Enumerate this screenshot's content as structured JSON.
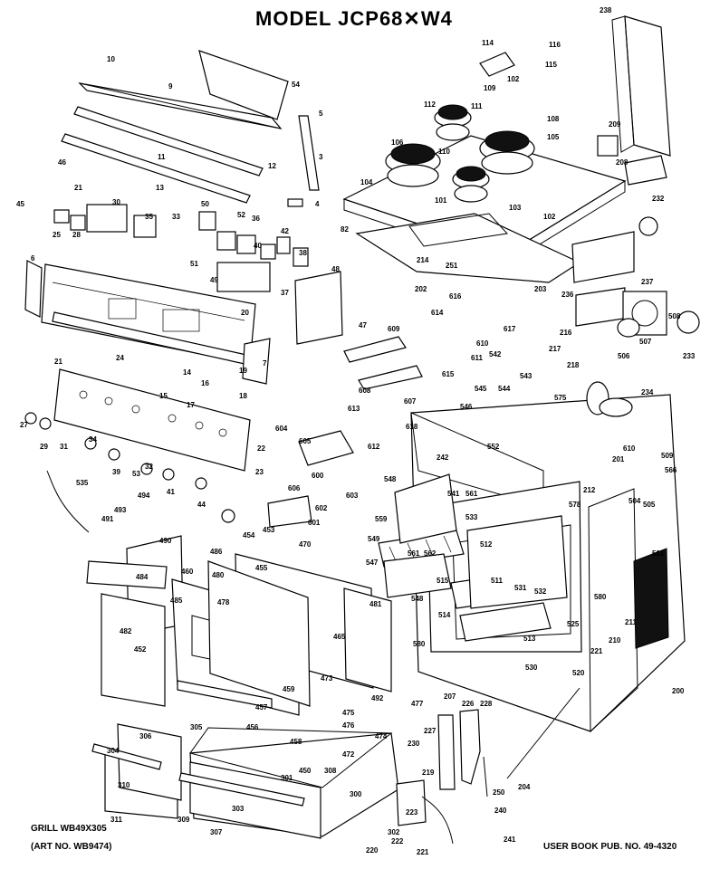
{
  "header": {
    "model_title": "MODEL  JCP68✕W4"
  },
  "footer": {
    "grill_note": "GRILL WB49X305",
    "art_note": "(ART NO. WB9474)",
    "user_book": "USER BOOK PUB. NO. 49-4320"
  },
  "callouts": [
    {
      "id": "c10",
      "label": "10"
    },
    {
      "id": "c9",
      "label": "9"
    },
    {
      "id": "c54",
      "label": "54"
    },
    {
      "id": "c5",
      "label": "5"
    },
    {
      "id": "c11",
      "label": "11"
    },
    {
      "id": "c3",
      "label": "3"
    },
    {
      "id": "c12",
      "label": "12"
    },
    {
      "id": "c13",
      "label": "13"
    },
    {
      "id": "c4",
      "label": "4"
    },
    {
      "id": "c46",
      "label": "46"
    },
    {
      "id": "c45",
      "label": "45"
    },
    {
      "id": "c21",
      "label": "21"
    },
    {
      "id": "c25",
      "label": "25"
    },
    {
      "id": "c28",
      "label": "28"
    },
    {
      "id": "c30",
      "label": "30"
    },
    {
      "id": "c35",
      "label": "35"
    },
    {
      "id": "c33",
      "label": "33"
    },
    {
      "id": "c50",
      "label": "50"
    },
    {
      "id": "c52",
      "label": "52"
    },
    {
      "id": "c51",
      "label": "51"
    },
    {
      "id": "c36",
      "label": "36"
    },
    {
      "id": "c40",
      "label": "40"
    },
    {
      "id": "c42",
      "label": "42"
    },
    {
      "id": "c38",
      "label": "38"
    },
    {
      "id": "c49",
      "label": "49"
    },
    {
      "id": "c37",
      "label": "37"
    },
    {
      "id": "c48",
      "label": "48"
    },
    {
      "id": "c47",
      "label": "47"
    },
    {
      "id": "c6",
      "label": "6"
    },
    {
      "id": "c20",
      "label": "20"
    },
    {
      "id": "c24",
      "label": "24"
    },
    {
      "id": "c7",
      "label": "7"
    },
    {
      "id": "c14",
      "label": "14"
    },
    {
      "id": "c16",
      "label": "16"
    },
    {
      "id": "c19",
      "label": "19"
    },
    {
      "id": "c15",
      "label": "15"
    },
    {
      "id": "c17",
      "label": "17"
    },
    {
      "id": "c18",
      "label": "18"
    },
    {
      "id": "c21b",
      "label": "21"
    },
    {
      "id": "c22",
      "label": "22"
    },
    {
      "id": "c23",
      "label": "23"
    },
    {
      "id": "c27",
      "label": "27"
    },
    {
      "id": "c29",
      "label": "29"
    },
    {
      "id": "c31",
      "label": "31"
    },
    {
      "id": "c34",
      "label": "34"
    },
    {
      "id": "c39",
      "label": "39"
    },
    {
      "id": "c53",
      "label": "53"
    },
    {
      "id": "c32",
      "label": "32"
    },
    {
      "id": "c41",
      "label": "41"
    },
    {
      "id": "c44",
      "label": "44"
    },
    {
      "id": "c535",
      "label": "535"
    },
    {
      "id": "c493",
      "label": "493"
    },
    {
      "id": "c494",
      "label": "494"
    },
    {
      "id": "c491",
      "label": "491"
    },
    {
      "id": "c114",
      "label": "114"
    },
    {
      "id": "c116",
      "label": "116"
    },
    {
      "id": "c115",
      "label": "115"
    },
    {
      "id": "c109",
      "label": "109"
    },
    {
      "id": "c102",
      "label": "102"
    },
    {
      "id": "c112",
      "label": "112"
    },
    {
      "id": "c111",
      "label": "111"
    },
    {
      "id": "c108",
      "label": "108"
    },
    {
      "id": "c105",
      "label": "105"
    },
    {
      "id": "c106",
      "label": "106"
    },
    {
      "id": "c110",
      "label": "110"
    },
    {
      "id": "c101",
      "label": "101"
    },
    {
      "id": "c104",
      "label": "104"
    },
    {
      "id": "c103",
      "label": "103"
    },
    {
      "id": "c102b",
      "label": "102"
    },
    {
      "id": "c82",
      "label": "82"
    },
    {
      "id": "c214",
      "label": "214"
    },
    {
      "id": "c251",
      "label": "251"
    },
    {
      "id": "c202",
      "label": "202"
    },
    {
      "id": "c203",
      "label": "203"
    },
    {
      "id": "c238",
      "label": "238"
    },
    {
      "id": "c209",
      "label": "209"
    },
    {
      "id": "c208",
      "label": "208"
    },
    {
      "id": "c232",
      "label": "232"
    },
    {
      "id": "c237",
      "label": "237"
    },
    {
      "id": "c236",
      "label": "236"
    },
    {
      "id": "c508",
      "label": "508"
    },
    {
      "id": "c507",
      "label": "507"
    },
    {
      "id": "c506",
      "label": "506"
    },
    {
      "id": "c233",
      "label": "233"
    },
    {
      "id": "c616",
      "label": "616"
    },
    {
      "id": "c614",
      "label": "614"
    },
    {
      "id": "c617",
      "label": "617"
    },
    {
      "id": "c609",
      "label": "609"
    },
    {
      "id": "c610",
      "label": "610"
    },
    {
      "id": "c611",
      "label": "611"
    },
    {
      "id": "c615",
      "label": "615"
    },
    {
      "id": "c608",
      "label": "608"
    },
    {
      "id": "c607",
      "label": "607"
    },
    {
      "id": "c613",
      "label": "613"
    },
    {
      "id": "c618",
      "label": "618"
    },
    {
      "id": "c612",
      "label": "612"
    },
    {
      "id": "c604",
      "label": "604"
    },
    {
      "id": "c605",
      "label": "605"
    },
    {
      "id": "c606",
      "label": "606"
    },
    {
      "id": "c600",
      "label": "600"
    },
    {
      "id": "c603",
      "label": "603"
    },
    {
      "id": "c602",
      "label": "602"
    },
    {
      "id": "c601",
      "label": "601"
    },
    {
      "id": "c542",
      "label": "542"
    },
    {
      "id": "c543",
      "label": "543"
    },
    {
      "id": "c545",
      "label": "545"
    },
    {
      "id": "c544",
      "label": "544"
    },
    {
      "id": "c575",
      "label": "575"
    },
    {
      "id": "c546",
      "label": "546"
    },
    {
      "id": "c552",
      "label": "552"
    },
    {
      "id": "c242",
      "label": "242"
    },
    {
      "id": "c216",
      "label": "216"
    },
    {
      "id": "c217",
      "label": "217"
    },
    {
      "id": "c218",
      "label": "218"
    },
    {
      "id": "c234",
      "label": "234"
    },
    {
      "id": "c610b",
      "label": "610"
    },
    {
      "id": "c201",
      "label": "201"
    },
    {
      "id": "c509",
      "label": "509"
    },
    {
      "id": "c566",
      "label": "566"
    },
    {
      "id": "c212",
      "label": "212"
    },
    {
      "id": "c578",
      "label": "578"
    },
    {
      "id": "c504",
      "label": "504"
    },
    {
      "id": "c505",
      "label": "505"
    },
    {
      "id": "c501",
      "label": "501"
    },
    {
      "id": "c548",
      "label": "548"
    },
    {
      "id": "c541",
      "label": "541"
    },
    {
      "id": "c561",
      "label": "561"
    },
    {
      "id": "c559",
      "label": "559"
    },
    {
      "id": "c533",
      "label": "533"
    },
    {
      "id": "c549",
      "label": "549"
    },
    {
      "id": "c547",
      "label": "547"
    },
    {
      "id": "c561b",
      "label": "561"
    },
    {
      "id": "c562",
      "label": "562"
    },
    {
      "id": "c512",
      "label": "512"
    },
    {
      "id": "c515",
      "label": "515"
    },
    {
      "id": "c511",
      "label": "511"
    },
    {
      "id": "c531",
      "label": "531"
    },
    {
      "id": "c532",
      "label": "532"
    },
    {
      "id": "c548b",
      "label": "548"
    },
    {
      "id": "c514",
      "label": "514"
    },
    {
      "id": "c513",
      "label": "513"
    },
    {
      "id": "c525",
      "label": "525"
    },
    {
      "id": "c580",
      "label": "580"
    },
    {
      "id": "c530",
      "label": "530"
    },
    {
      "id": "c520",
      "label": "520"
    },
    {
      "id": "c221",
      "label": "221"
    },
    {
      "id": "c211",
      "label": "211"
    },
    {
      "id": "c210",
      "label": "210"
    },
    {
      "id": "c580b",
      "label": "580"
    },
    {
      "id": "c200",
      "label": "200"
    },
    {
      "id": "c490",
      "label": "490"
    },
    {
      "id": "c484",
      "label": "484"
    },
    {
      "id": "c486",
      "label": "486"
    },
    {
      "id": "c454",
      "label": "454"
    },
    {
      "id": "c453",
      "label": "453"
    },
    {
      "id": "c470",
      "label": "470"
    },
    {
      "id": "c480",
      "label": "480"
    },
    {
      "id": "c460",
      "label": "460"
    },
    {
      "id": "c455",
      "label": "455"
    },
    {
      "id": "c485",
      "label": "485"
    },
    {
      "id": "c481",
      "label": "481"
    },
    {
      "id": "c482",
      "label": "482"
    },
    {
      "id": "c452",
      "label": "452"
    },
    {
      "id": "c478",
      "label": "478"
    },
    {
      "id": "c465",
      "label": "465"
    },
    {
      "id": "c475",
      "label": "475"
    },
    {
      "id": "c473",
      "label": "473"
    },
    {
      "id": "c476",
      "label": "476"
    },
    {
      "id": "c492",
      "label": "492"
    },
    {
      "id": "c477",
      "label": "477"
    },
    {
      "id": "c474",
      "label": "474"
    },
    {
      "id": "c472",
      "label": "472"
    },
    {
      "id": "c457",
      "label": "457"
    },
    {
      "id": "c456",
      "label": "456"
    },
    {
      "id": "c459",
      "label": "459"
    },
    {
      "id": "c458",
      "label": "458"
    },
    {
      "id": "c305",
      "label": "305"
    },
    {
      "id": "c306",
      "label": "306"
    },
    {
      "id": "c304",
      "label": "304"
    },
    {
      "id": "c310",
      "label": "310"
    },
    {
      "id": "c311",
      "label": "311"
    },
    {
      "id": "c309",
      "label": "309"
    },
    {
      "id": "c303",
      "label": "303"
    },
    {
      "id": "c307",
      "label": "307"
    },
    {
      "id": "c301",
      "label": "301"
    },
    {
      "id": "c308",
      "label": "308"
    },
    {
      "id": "c450",
      "label": "450"
    },
    {
      "id": "c300",
      "label": "300"
    },
    {
      "id": "c207",
      "label": "207"
    },
    {
      "id": "c227",
      "label": "227"
    },
    {
      "id": "c228",
      "label": "228"
    },
    {
      "id": "c226",
      "label": "226"
    },
    {
      "id": "c230",
      "label": "230"
    },
    {
      "id": "c204",
      "label": "204"
    },
    {
      "id": "c250",
      "label": "250"
    },
    {
      "id": "c219",
      "label": "219"
    },
    {
      "id": "c223",
      "label": "223"
    },
    {
      "id": "c302",
      "label": "302"
    },
    {
      "id": "c222",
      "label": "222"
    },
    {
      "id": "c220",
      "label": "220"
    },
    {
      "id": "c221b",
      "label": "221"
    },
    {
      "id": "c240",
      "label": "240"
    },
    {
      "id": "c241",
      "label": "241"
    }
  ]
}
